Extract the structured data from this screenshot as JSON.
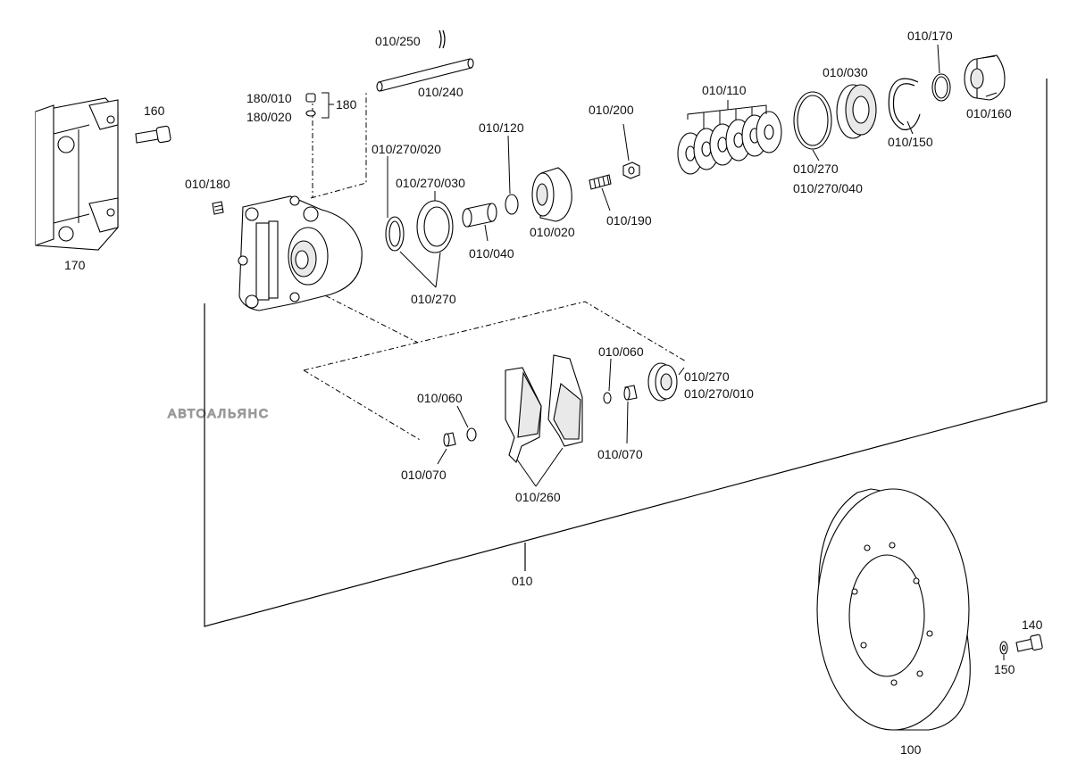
{
  "watermark": "АВТОАЛЬЯНС",
  "labels": {
    "l170": "170",
    "l160": "160",
    "l180_010": "180/010",
    "l180_020": "180/020",
    "l180": "180",
    "l010_250": "010/250",
    "l010_240": "010/240",
    "l010_180": "010/180",
    "l010_270_020": "010/270/020",
    "l010_270_030": "010/270/030",
    "l010_120": "010/120",
    "l010_200": "010/200",
    "l010_040": "010/040",
    "l010_020": "010/020",
    "l010_190": "010/190",
    "l010_270_a": "010/270",
    "l010_110": "010/110",
    "l010_030": "010/030",
    "l010_170": "010/170",
    "l010_160": "010/160",
    "l010_150": "010/150",
    "l010_270_b": "010/270",
    "l010_270_040": "010/270/040",
    "l010_060_a": "010/060",
    "l010_060_b": "010/060",
    "l010_270_c": "010/270",
    "l010_270_010": "010/270/010",
    "l010_070_a": "010/070",
    "l010_070_b": "010/070",
    "l010_260": "010/260",
    "l010": "010",
    "l100": "100",
    "l140": "140",
    "l150": "150"
  }
}
